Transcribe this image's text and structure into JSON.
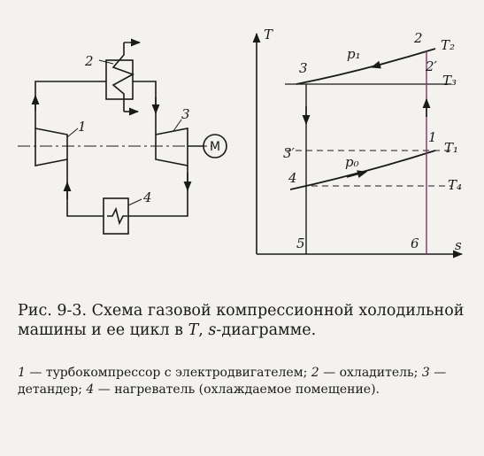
{
  "schematic": {
    "label_1": "1",
    "label_2": "2",
    "label_3": "3",
    "label_4": "4",
    "motor_label": "M"
  },
  "ts_diagram": {
    "axis_t": "T",
    "axis_s": "s",
    "pt_2": "2",
    "pt_2p": "2′",
    "pt_3": "3",
    "pt_3p": "3′",
    "pt_1": "1",
    "pt_4": "4",
    "pt_5": "5",
    "pt_6": "6",
    "iso_T2": "T₂",
    "iso_T3": "T₃",
    "iso_T1": "T₁",
    "iso_T4": "T₄",
    "p1": "p₁",
    "p0": "p₀"
  },
  "caption": {
    "prefix": "Рис. 9-3. Схема газовой компрессионной холодильной машины и ее цикл в ",
    "t": "T",
    "sep": ", ",
    "s": "s",
    "suffix": "-диаграмме."
  },
  "legend": {
    "n1": "1",
    "t1": " — турбокомпрессор с электродвигателем; ",
    "n2": "2",
    "t2": " — охладитель; ",
    "n3": "3",
    "t3": " — детандер; ",
    "n4": "4",
    "t4": " — нагреватель (охлаждаемое помещение)."
  }
}
